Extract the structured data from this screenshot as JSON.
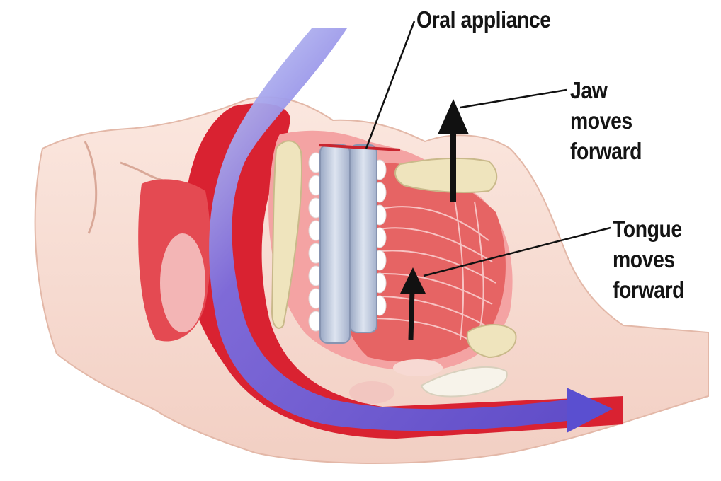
{
  "labels": {
    "oral_appliance": "Oral appliance",
    "jaw": [
      "Jaw",
      "moves",
      "forward"
    ],
    "tongue": [
      "Tongue",
      "moves",
      "forward"
    ]
  },
  "colors": {
    "skin": "#f6d9cf",
    "airway_red": "#d8202e",
    "tissue_pink": "#f08f8f",
    "airflow_blue": "#6a5fd6",
    "appliance": "#b7c3d6",
    "bone": "#eee2bb",
    "arrow_black": "#111111"
  }
}
